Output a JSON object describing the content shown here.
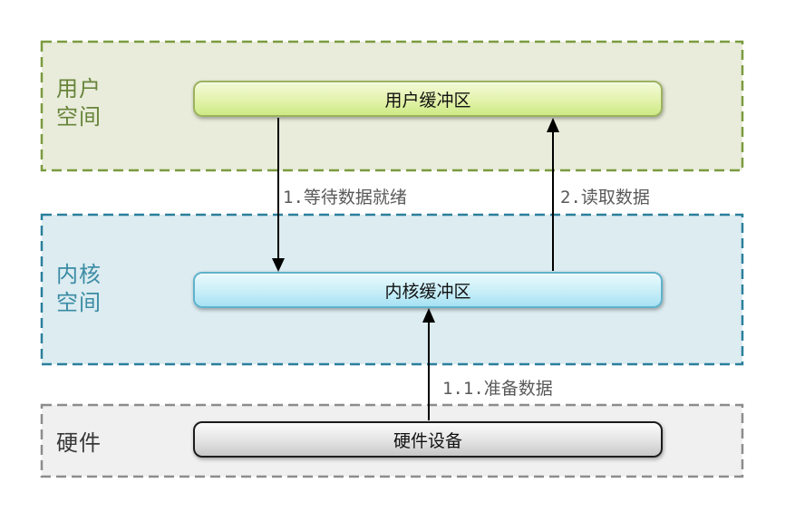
{
  "diagram": {
    "regions": [
      {
        "name": "user-space",
        "label_line1": "用户",
        "label_line2": "空间",
        "box_label": "用户缓冲区",
        "bg": "#e9ecda",
        "border": "#7a9b3e",
        "label_color": "#67843a"
      },
      {
        "name": "kernel-space",
        "label_line1": "内核",
        "label_line2": "空间",
        "box_label": "内核缓冲区",
        "bg": "#dcecf1",
        "border": "#2a7f9b",
        "label_color": "#3a8ba4"
      },
      {
        "name": "hardware",
        "label_line1": "硬件",
        "label_line2": "",
        "box_label": "硬件设备",
        "bg": "#f0f0f0",
        "border": "#8c8c8c",
        "label_color": "#383838"
      }
    ],
    "arrows": [
      {
        "label": "1.等待数据就绪",
        "from": "用户缓冲区",
        "to": "内核缓冲区",
        "direction": "down"
      },
      {
        "label": "2.读取数据",
        "from": "内核缓冲区",
        "to": "用户缓冲区",
        "direction": "up"
      },
      {
        "label": "1.1.准备数据",
        "from": "硬件设备",
        "to": "内核缓冲区",
        "direction": "up"
      }
    ],
    "colors": {
      "arrow": "#000000",
      "annotation_text": "#595959",
      "node_text": "#111111",
      "page_bg": "#ffffff"
    }
  }
}
